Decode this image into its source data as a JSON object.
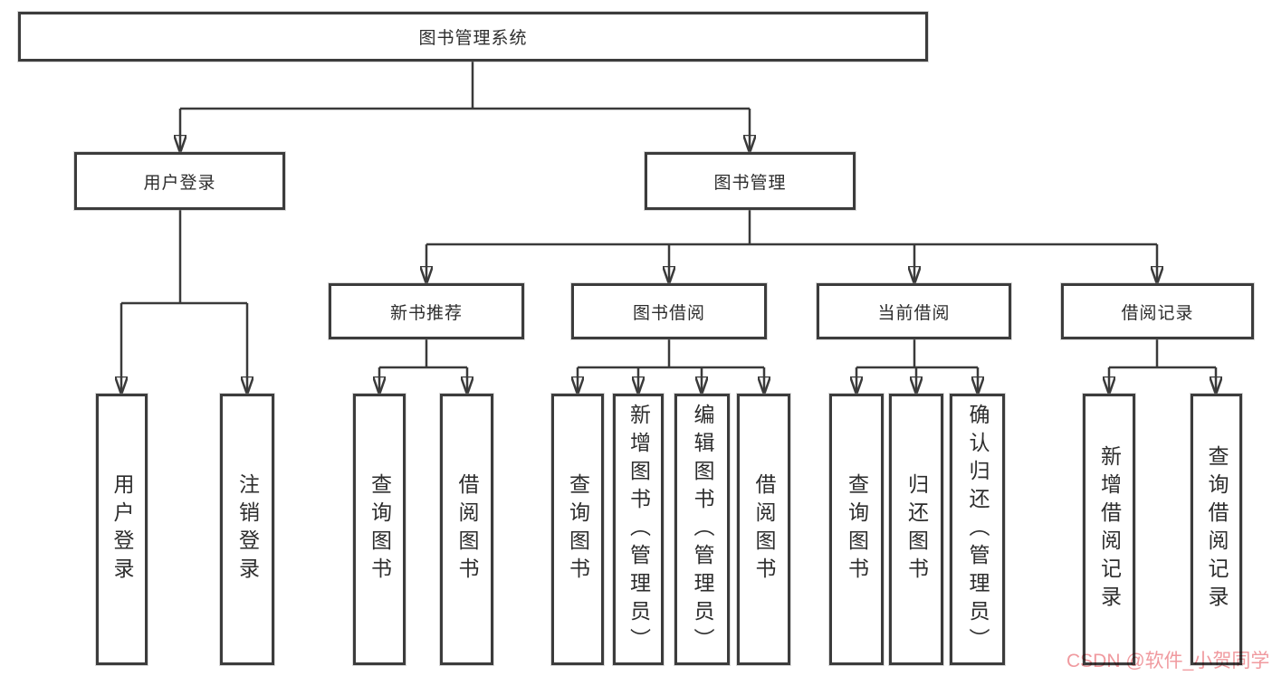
{
  "diagram_title": "图书管理系统",
  "tree": {
    "label": "图书管理系统",
    "children": [
      {
        "label": "用户登录",
        "children": [
          {
            "label": "用户登录"
          },
          {
            "label": "注销登录"
          }
        ]
      },
      {
        "label": "图书管理",
        "children": [
          {
            "label": "新书推荐",
            "children": [
              {
                "label": "查询图书"
              },
              {
                "label": "借阅图书"
              }
            ]
          },
          {
            "label": "图书借阅",
            "children": [
              {
                "label": "查询图书"
              },
              {
                "label": "新增图书（管理员）"
              },
              {
                "label": "编辑图书（管理员）"
              },
              {
                "label": "借阅图书"
              }
            ]
          },
          {
            "label": "当前借阅",
            "children": [
              {
                "label": "查询图书"
              },
              {
                "label": "归还图书"
              },
              {
                "label": "确认归还（管理员）"
              }
            ]
          },
          {
            "label": "借阅记录",
            "children": [
              {
                "label": "新增借阅记录"
              },
              {
                "label": "查询借阅记录"
              }
            ]
          }
        ]
      }
    ]
  },
  "watermark": {
    "text": "CSDN @软件_小贺同学",
    "color": "#f09a9f"
  },
  "colors": {
    "line": "#3a3a3a",
    "border": "#3c3c3c",
    "text": "#2d2d2d",
    "background": "#ffffff"
  }
}
